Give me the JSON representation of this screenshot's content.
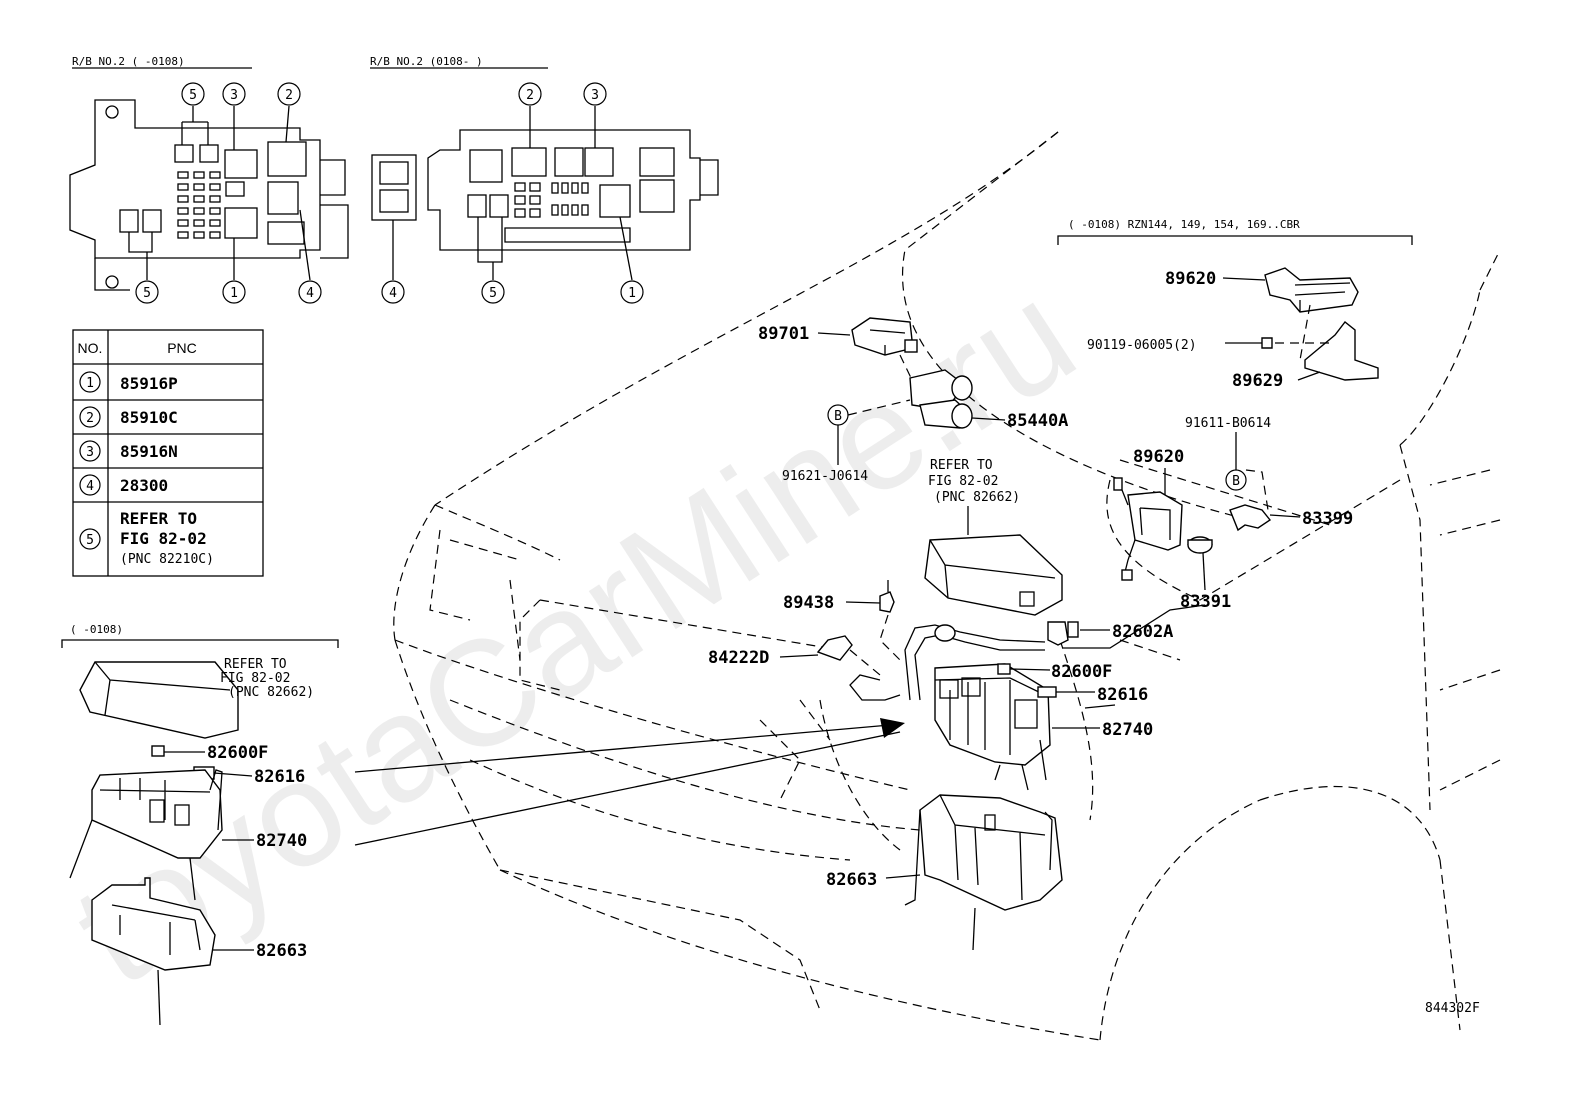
{
  "headers": {
    "rb_left": "R/B NO.2 (      -0108)",
    "rb_right": "R/B NO.2 (0108-      )",
    "left_bottom": "(     -0108)",
    "right_top": "(     -0108) RZN144, 149, 154, 169..CBR"
  },
  "table": {
    "col_no": "NO.",
    "col_pnc": "PNC",
    "rows": [
      {
        "no": "1",
        "pnc": "85916P"
      },
      {
        "no": "2",
        "pnc": "85910C"
      },
      {
        "no": "3",
        "pnc": "85916N"
      },
      {
        "no": "4",
        "pnc": "28300"
      },
      {
        "no": "5",
        "pnc_lines": [
          "REFER TO",
          "FIG 82-02",
          "(PNC 82210C)"
        ]
      }
    ]
  },
  "callouts": {
    "left_block": [
      "5",
      "3",
      "2",
      "1",
      "4",
      "5"
    ],
    "right_block": [
      "2",
      "3",
      "4",
      "5",
      "1"
    ]
  },
  "circle_b": "B",
  "refer_left": [
    "REFER TO",
    "FIG 82-02",
    "(PNC 82662)"
  ],
  "refer_main": [
    "REFER TO",
    "FIG 82-02",
    "(PNC 82662)"
  ],
  "parts": {
    "p89620a": "89620",
    "p90119": "90119-06005(2)",
    "p89629": "89629",
    "p89701": "89701",
    "p85440a": "85440A",
    "p91621": "91621-J0614",
    "p91611": "91611-B0614",
    "p89620b": "89620",
    "p83399": "83399",
    "p83391": "83391",
    "p89438": "89438",
    "p84222d": "84222D",
    "p82602a": "82602A",
    "p82600f_main": "82600F",
    "p82616_main": "82616",
    "p82740_main": "82740",
    "p82663_main": "82663",
    "p82600f_left": "82600F",
    "p82616_left": "82616",
    "p82740_left": "82740",
    "p82663_left": "82663"
  },
  "figure_code": "844302F",
  "watermark": "toyotaCarMine.ru"
}
